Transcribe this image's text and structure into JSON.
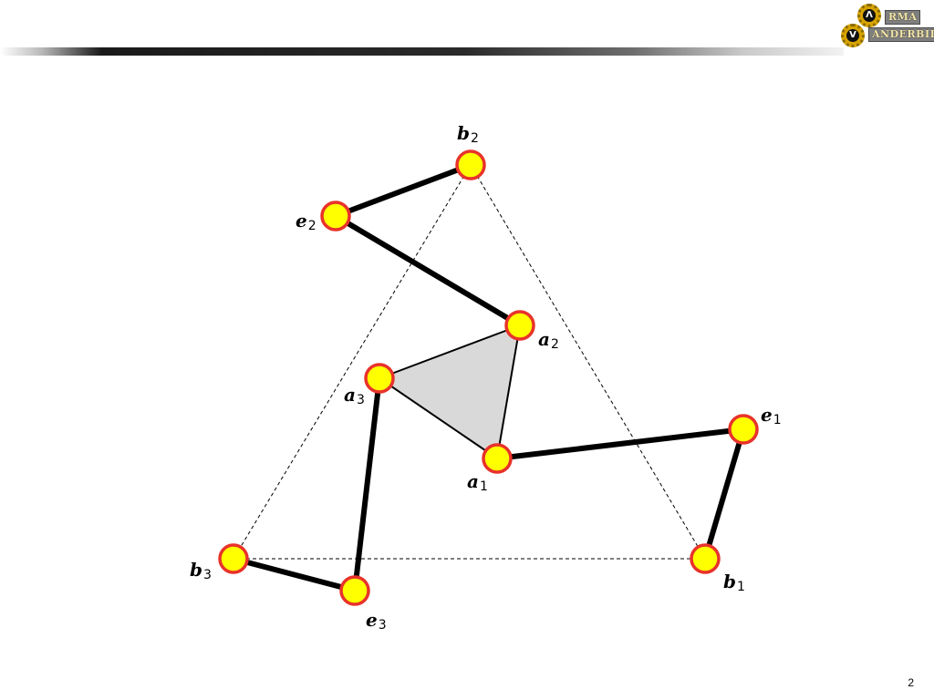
{
  "header": {
    "logo": {
      "top_word": "RMA",
      "bottom_word": "ANDERBILT",
      "gear_top_glyph": "Λ",
      "gear_bottom_glyph": "V"
    }
  },
  "diagram": {
    "colors": {
      "node_fill": "#ffff00",
      "node_stroke": "#e8322a",
      "link": "#000000",
      "triangle_fill": "#d9d9d9"
    },
    "labels": {
      "b2": {
        "main": "b",
        "sub": "2"
      },
      "e2": {
        "main": "e",
        "sub": "2"
      },
      "a2": {
        "main": "a",
        "sub": "2"
      },
      "a3": {
        "main": "a",
        "sub": "3"
      },
      "e1": {
        "main": "e",
        "sub": "1"
      },
      "a1": {
        "main": "a",
        "sub": "1"
      },
      "b3": {
        "main": "b",
        "sub": "3"
      },
      "b1": {
        "main": "b",
        "sub": "1"
      },
      "e3": {
        "main": "e",
        "sub": "3"
      }
    }
  },
  "footer": {
    "page_number": "2"
  }
}
